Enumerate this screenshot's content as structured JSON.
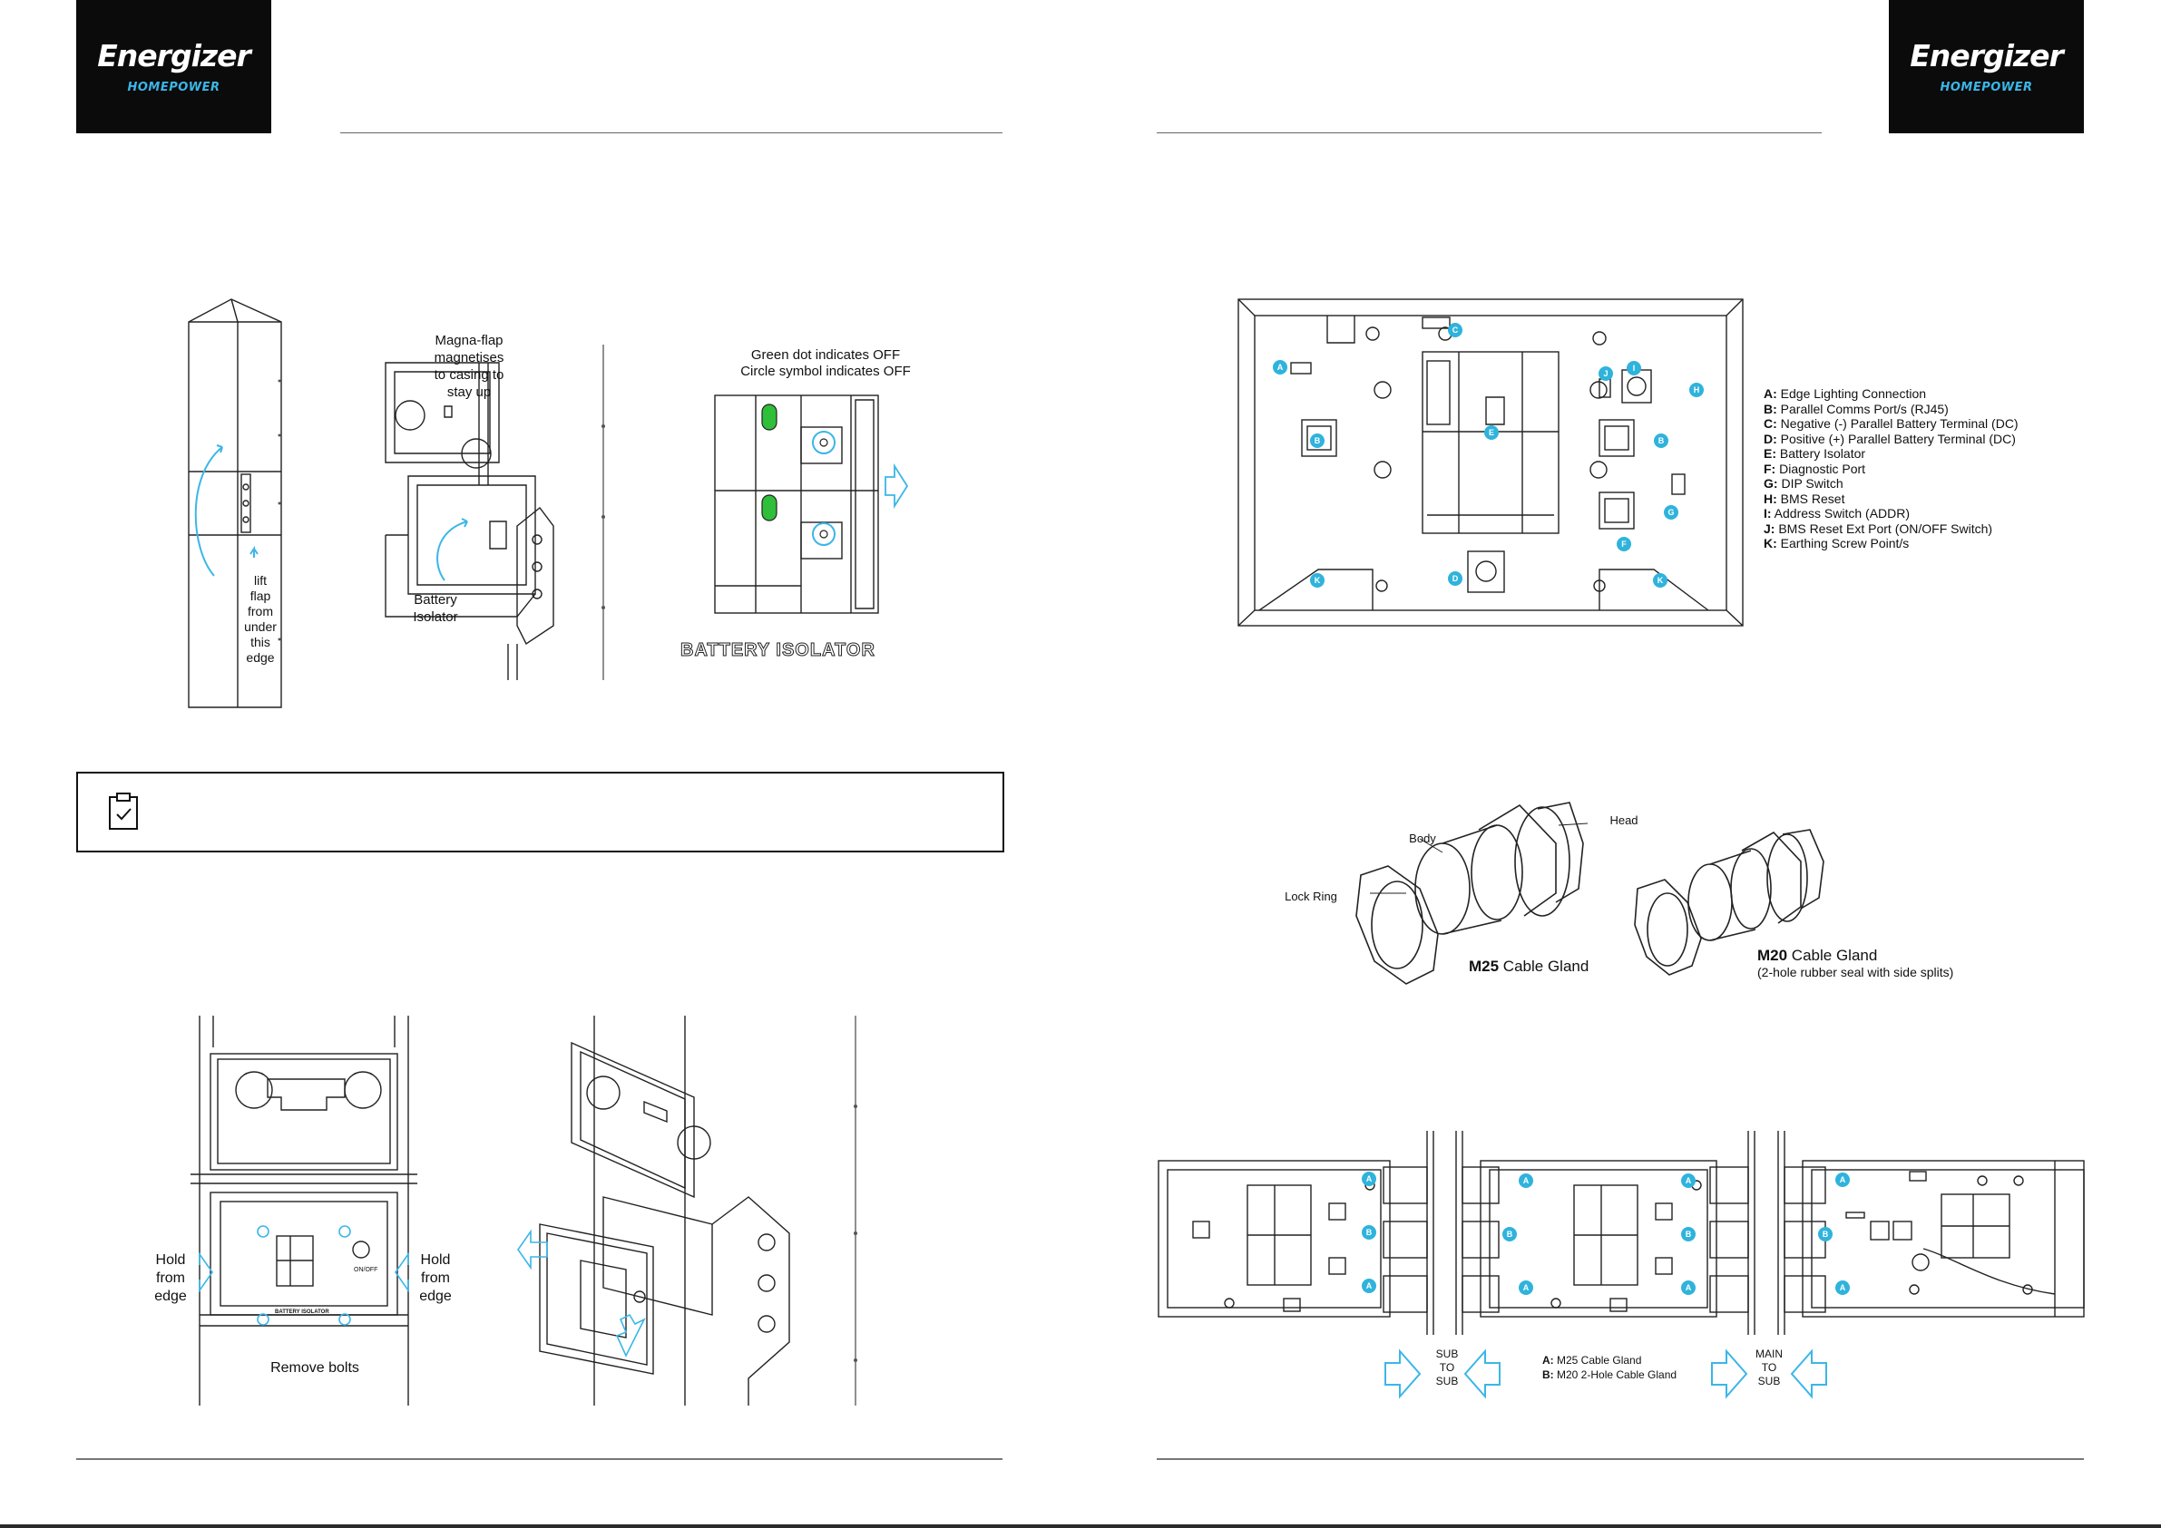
{
  "logo": {
    "brand": "Energizer",
    "sub": "HOMEPOWER"
  },
  "fig1": {
    "lift_flap": [
      "lift",
      "flap",
      "from",
      "under",
      "this",
      "edge"
    ],
    "magna_flap": [
      "Magna-flap",
      "magnetises",
      "to casing to",
      "stay up"
    ],
    "battery_isolator": [
      "Battery",
      "Isolator"
    ],
    "green_dot": "Green dot indicates OFF",
    "circle_symbol": "Circle symbol indicates OFF",
    "isolator_title": "BATTERY ISOLATOR"
  },
  "fig2": {
    "hold_left": [
      "Hold",
      "from",
      "edge"
    ],
    "hold_right": [
      "Hold",
      "from",
      "edge"
    ],
    "remove_bolts": "Remove bolts",
    "panel_label": "BATTERY ISOLATOR",
    "onoff": "ON/OFF"
  },
  "board": {
    "badges": [
      "A",
      "B",
      "C",
      "D",
      "E",
      "F",
      "G",
      "H",
      "I",
      "J",
      "K"
    ],
    "legend": [
      {
        "key": "A:",
        "text": " Edge Lighting Connection"
      },
      {
        "key": "B:",
        "text": " Parallel Comms Port/s (RJ45)"
      },
      {
        "key": "C:",
        "text": " Negative (-) Parallel Battery Terminal (DC)"
      },
      {
        "key": "D:",
        "text": " Positive (+) Parallel Battery Terminal (DC)"
      },
      {
        "key": "E:",
        "text": " Battery Isolator"
      },
      {
        "key": "F:",
        "text": " Diagnostic Port"
      },
      {
        "key": "G:",
        "text": " DIP Switch"
      },
      {
        "key": "H:",
        "text": " BMS Reset"
      },
      {
        "key": "I:",
        "text": " Address Switch (ADDR)"
      },
      {
        "key": "J:",
        "text": " BMS Reset Ext Port (ON/OFF Switch)"
      },
      {
        "key": "K:",
        "text": " Earthing Screw Point/s"
      }
    ]
  },
  "glands": {
    "head": "Head",
    "body": "Body",
    "lock_ring": "Lock Ring",
    "m25_bold": "M25",
    "m25_rest": " Cable Gland",
    "m20_bold": "M20",
    "m20_rest": " Cable Gland",
    "m20_note": "(2-hole rubber seal with side splits)"
  },
  "connect": {
    "sub_to_sub": [
      "SUB",
      "TO",
      "SUB"
    ],
    "main_to_sub": [
      "MAIN",
      "TO",
      "SUB"
    ],
    "legend_a_key": "A:",
    "legend_a": " M25 Cable Gland",
    "legend_b_key": "B:",
    "legend_b": " M20 2-Hole Cable Gland"
  }
}
